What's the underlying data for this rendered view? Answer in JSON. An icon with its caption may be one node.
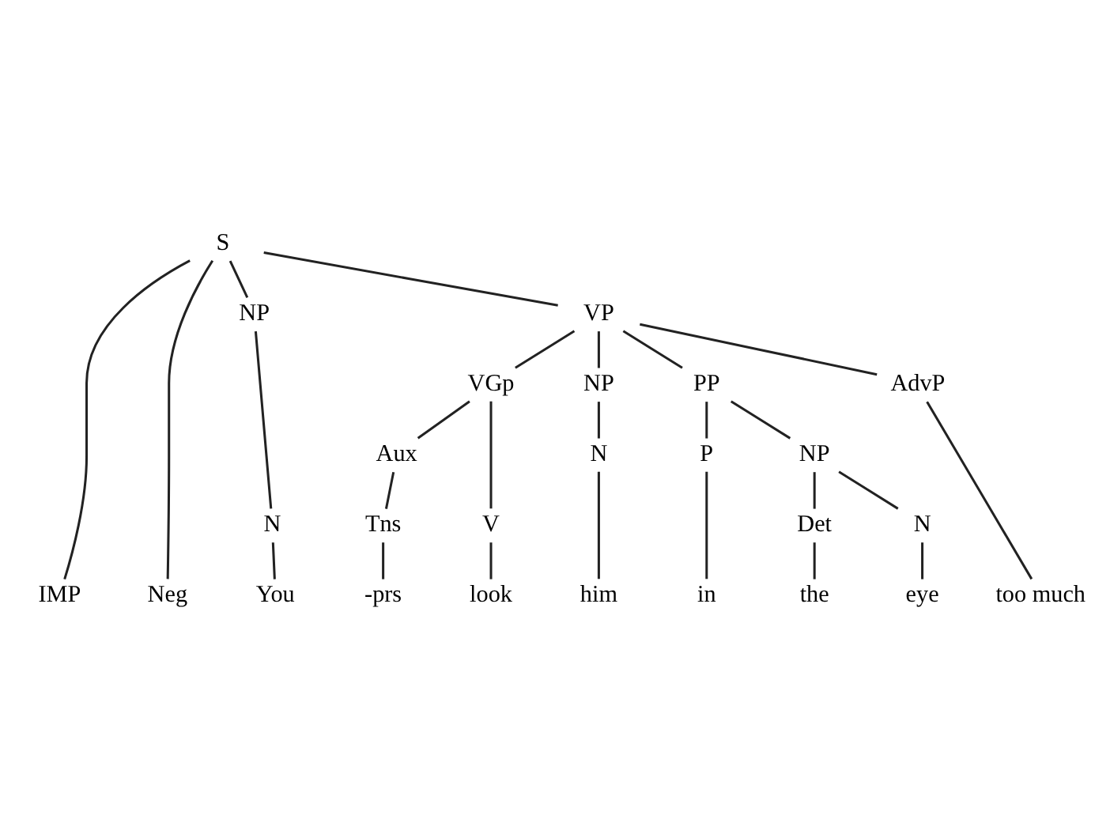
{
  "diagram": {
    "nodes": [
      {
        "text": [
          "S"
        ]
      },
      {
        "text": [
          "NP"
        ]
      },
      {
        "text": [
          "VP"
        ]
      },
      {
        "text": [
          "N"
        ]
      },
      {
        "text": [
          "VGp"
        ]
      },
      {
        "text": [
          "NP"
        ]
      },
      {
        "text": [
          "PP"
        ]
      },
      {
        "text": [
          "AdvP"
        ]
      },
      {
        "text": [
          "Aux"
        ]
      },
      {
        "text": [
          "V"
        ]
      },
      {
        "text": [
          "N"
        ]
      },
      {
        "text": [
          "P"
        ]
      },
      {
        "text": [
          "NP"
        ]
      },
      {
        "text": [
          "Tns"
        ]
      },
      {
        "text": [
          "Det"
        ]
      },
      {
        "text": [
          "N"
        ]
      },
      {
        "text": [
          "IMP"
        ]
      },
      {
        "text": [
          "Neg"
        ]
      },
      {
        "text": [
          "You"
        ]
      },
      {
        "text": [
          "-prs"
        ]
      },
      {
        "text": [
          "look"
        ]
      },
      {
        "text": [
          "him"
        ]
      },
      {
        "text": [
          "in"
        ]
      },
      {
        "text": [
          "the"
        ]
      },
      {
        "text": [
          "eye"
        ]
      },
      {
        "text": [
          "too much"
        ]
      }
    ],
    "edges": [
      {
        "from": 0,
        "to": 16,
        "arrow": "none"
      },
      {
        "from": 0,
        "to": 17,
        "arrow": "none"
      },
      {
        "from": 0,
        "to": 1,
        "arrow": "none"
      },
      {
        "from": 0,
        "to": 2,
        "arrow": "none"
      },
      {
        "from": 1,
        "to": 3,
        "arrow": "none"
      },
      {
        "from": 3,
        "to": 18,
        "arrow": "none"
      },
      {
        "from": 2,
        "to": 4,
        "arrow": "none"
      },
      {
        "from": 2,
        "to": 5,
        "arrow": "none"
      },
      {
        "from": 2,
        "to": 6,
        "arrow": "none"
      },
      {
        "from": 2,
        "to": 7,
        "arrow": "none"
      },
      {
        "from": 4,
        "to": 8,
        "arrow": "none"
      },
      {
        "from": 4,
        "to": 9,
        "arrow": "none"
      },
      {
        "from": 5,
        "to": 10,
        "arrow": "none"
      },
      {
        "from": 6,
        "to": 11,
        "arrow": "none"
      },
      {
        "from": 6,
        "to": 12,
        "arrow": "none"
      },
      {
        "from": 8,
        "to": 13,
        "arrow": "none"
      },
      {
        "from": 13,
        "to": 19,
        "arrow": "none"
      },
      {
        "from": 9,
        "to": 20,
        "arrow": "none"
      },
      {
        "from": 10,
        "to": 21,
        "arrow": "none"
      },
      {
        "from": 11,
        "to": 22,
        "arrow": "none"
      },
      {
        "from": 12,
        "to": 14,
        "arrow": "none"
      },
      {
        "from": 12,
        "to": 15,
        "arrow": "none"
      },
      {
        "from": 14,
        "to": 23,
        "arrow": "none"
      },
      {
        "from": 15,
        "to": 24,
        "arrow": "none"
      },
      {
        "from": 7,
        "to": 25,
        "arrow": "none"
      }
    ]
  }
}
